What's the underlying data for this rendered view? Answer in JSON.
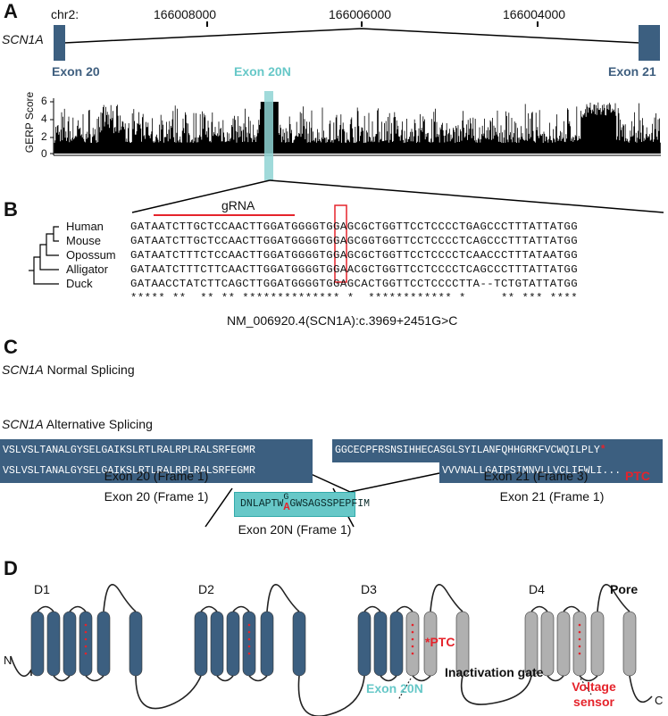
{
  "panelA": {
    "label": "A",
    "chrom": "chr2:",
    "coords": [
      "166008000",
      "166006000",
      "166004000"
    ],
    "gene": "SCN1A",
    "exon20": "Exon 20",
    "exon20N": "Exon 20N",
    "exon21": "Exon 21",
    "gerp_ylabel": "GERP Score",
    "gerp_ticks": [
      "6",
      "4",
      "2",
      "0"
    ]
  },
  "panelB": {
    "label": "B",
    "grna": "gRNA",
    "species": [
      "Human",
      "Mouse",
      "Opossum",
      "Alligator",
      "Duck"
    ],
    "sequences": [
      "GATAATCTTGCTCCAACTTGGATGGGGTGGAGCGCTGGTTCCTCCCCTGAGCCCTTTATTATGG",
      "GATAATCTTGCTCCAACTTGGATGGGGTGGAGCGGTGGTTCCTCCCCTCAGCCCTTTATTATGG",
      "GATAATCTTTCTCCAACTTGGATGGGGTGGAGCGCTGGTTCCTCCCCTCAACCCTTTATAATGG",
      "GATAATCTTTCTTCAACTTGGATGGGGTGGAACGCTGGTTCCTCCCCTCAGCCCTTTATTATGG",
      "GATAACCTATCTTCAGCTTGGATGGGGTGGAGCACTGGTTCCTCCCCTTA--TCTGTATTATGG"
    ],
    "conservation": "***** **  ** ** ************** *  ************ *     ** *** ****",
    "variant": "NM_006920.4(SCN1A):c.3969+2451G>C"
  },
  "panelC": {
    "label": "C",
    "normal_title_gene": "SCN1A",
    "normal_title_rest": " Normal Splicing",
    "alt_title_gene": "SCN1A",
    "alt_title_rest": " Alternative Splicing",
    "exon20_seq": "VSLVSLTANALGYSELGAIKSLRTLRALRPLRALSRFEGMR",
    "exon21_frame1_seq": "VVVNALLGAIPSIMNVLLVCLIFWLI...",
    "exon21_frame3_seq": "GGCECPFRSNSIHHECASGLSYILANFQHHGRKFVCWQILPLY",
    "ptc_star": "*",
    "exon20_label": "Exon 20 (Frame 1)",
    "exon21_frame1_label": "Exon 21 (Frame 1)",
    "exon21_frame3_label": "Exon 21 (Frame 3)",
    "ptc": "PTC",
    "exon20N_seq_pre": "DNLAPTW",
    "exon20N_seq_G": "G",
    "exon20N_seq_A": "A",
    "exon20N_seq_post": "GWSAGSSPEPFIM",
    "exon20N_label": "Exon 20N (Frame 1)"
  },
  "panelD": {
    "label": "D",
    "domains": [
      "D1",
      "D2",
      "D3",
      "D4"
    ],
    "pore": "Pore",
    "n_term": "N",
    "c_term": "C",
    "ptc": "*PTC",
    "inactivation_gate": "Inactivation gate",
    "exon20N": "Exon 20N",
    "voltage_sensor_1": "Voltage",
    "voltage_sensor_2": "sensor"
  },
  "colors": {
    "exon_blue": "#3c5f80",
    "teal": "#67c8c8",
    "red": "#e5232b",
    "gray_helix": "#bdbdbd"
  }
}
